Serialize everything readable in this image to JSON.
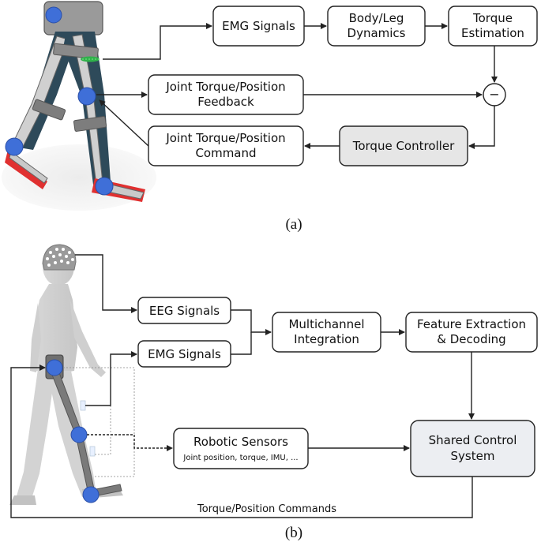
{
  "panel_a": {
    "caption": "(a)",
    "boxes": {
      "emg": "EMG Signals",
      "body_l1": "Body/Leg",
      "body_l2": "Dynamics",
      "torque_est_l1": "Torque",
      "torque_est_l2": "Estimation",
      "feedback_l1": "Joint Torque/Position",
      "feedback_l2": "Feedback",
      "command_l1": "Joint Torque/Position",
      "command_l2": "Command",
      "controller": "Torque Controller"
    },
    "summing_symbol": "−"
  },
  "panel_b": {
    "caption": "(b)",
    "boxes": {
      "eeg": "EEG Signals",
      "emg": "EMG Signals",
      "multi_l1": "Multichannel",
      "multi_l2": "Integration",
      "feature_l1": "Feature Extraction",
      "feature_l2": "& Decoding",
      "robotic_l1": "Robotic Sensors",
      "robotic_l2": "Joint position, torque, IMU, ...",
      "shared_l1": "Shared Control",
      "shared_l2": "System"
    },
    "bottom_label": "Torque/Position Commands"
  },
  "colors": {
    "box_fill": "#ffffff",
    "highlight_fill": "#e6e6e6",
    "shared_fill": "#eceef2",
    "stroke": "#222222",
    "joint_blue": "#3f6fd8",
    "foot_red": "#e03030",
    "leg_dark": "#2e4a5a",
    "emg_green": "#2fb24a"
  }
}
